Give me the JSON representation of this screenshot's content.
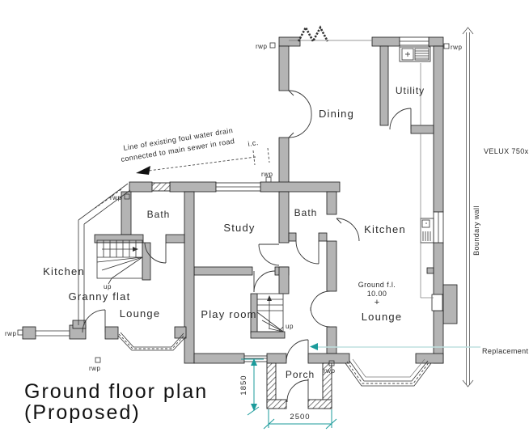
{
  "title": {
    "line1": "Ground floor plan",
    "line2": "(Proposed)"
  },
  "rooms": {
    "dining": "Dining",
    "utility": "Utility",
    "kitchen_main": "Kitchen",
    "lounge_main": "Lounge",
    "bath_main": "Bath",
    "study": "Study",
    "play_room": "Play room",
    "porch": "Porch",
    "kitchen_granny": "Kitchen",
    "granny_flat": "Granny flat",
    "lounge_granny": "Lounge",
    "bath_granny": "Bath"
  },
  "annotations": {
    "drain_note_line1": "Line of existing foul water drain",
    "drain_note_line2": "connected to main sewer in road",
    "inspection_chamber": "i.c.",
    "velux": "VELUX 750x",
    "boundary_wall": "Boundary wall",
    "replacement": "Replacement",
    "ground_floor_level_label": "Ground f.l.",
    "ground_floor_level_value": "10.00",
    "level_marker": "+",
    "rwp": "rwp",
    "up": "up"
  },
  "dimensions": {
    "porch_width": "2500",
    "porch_depth": "1850"
  },
  "colors": {
    "wall_fill": "#b4b4b4",
    "dimension_teal": "#1b9b9b",
    "replacement_line": "#bfe0df",
    "ink": "#1a1a1a"
  }
}
